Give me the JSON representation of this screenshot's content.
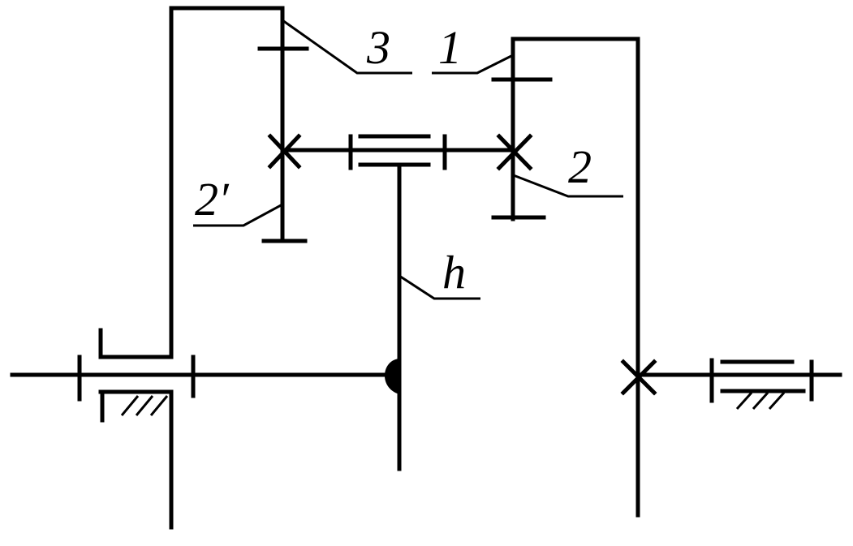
{
  "diagram": {
    "labels": {
      "gear_3": "3",
      "gear_1": "1",
      "gear_2": "2",
      "gear_2_prime": "2′",
      "carrier": "h"
    },
    "colors": {
      "ink": "#000000",
      "background": "#ffffff"
    }
  }
}
